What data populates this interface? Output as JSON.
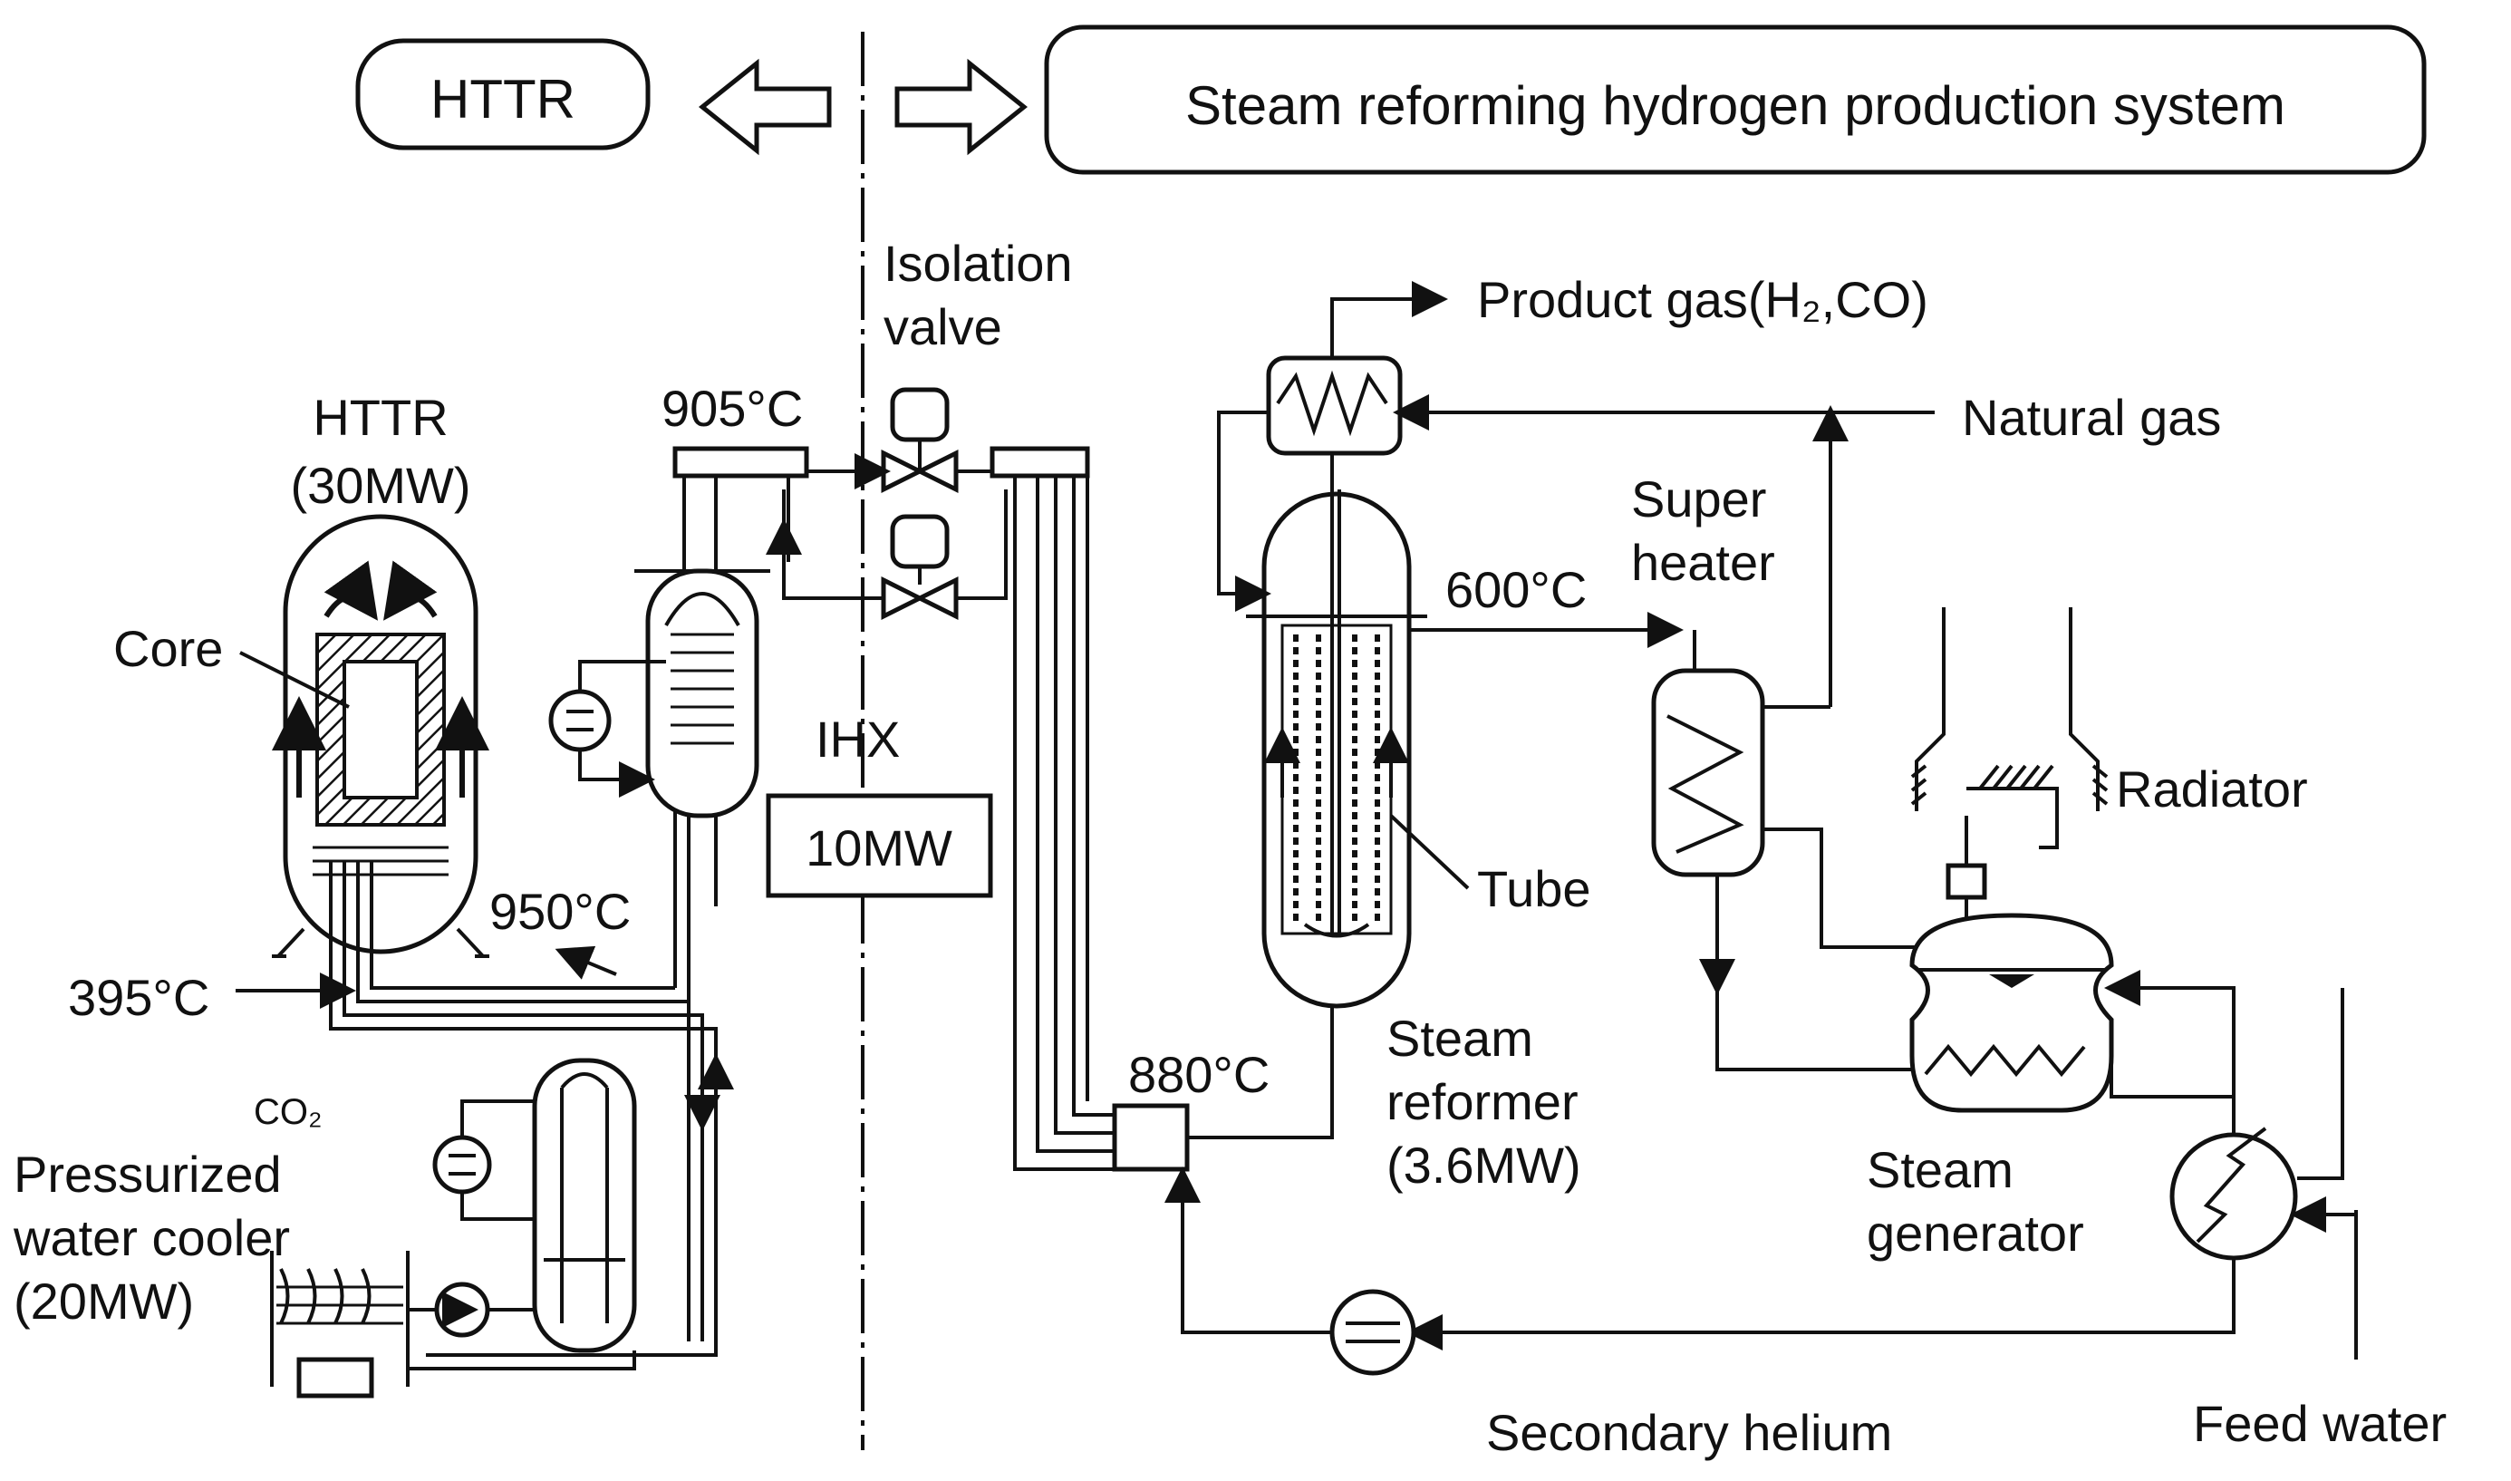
{
  "header": {
    "left_box": "HTTR",
    "right_box": "Steam reforming hydrogen production system"
  },
  "labels": {
    "isolation_valve_1": "Isolation",
    "isolation_valve_2": "valve",
    "httr_1": "HTTR",
    "httr_2": "(30MW)",
    "core": "Core",
    "t905": "905°C",
    "t950": "950°C",
    "t395": "395°C",
    "ihx": "IHX",
    "ihx_power": "10MW",
    "co2": "CO₂",
    "cooler_1": "Pressurized",
    "cooler_2": "water cooler",
    "cooler_3": "(20MW)",
    "product_gas": "Product gas(H₂,CO)",
    "natural_gas": "Natural gas",
    "superheater_1": "Super",
    "superheater_2": "heater",
    "t600": "600°C",
    "radiator": "Radiator",
    "tube": "Tube",
    "reformer_1": "Steam",
    "reformer_2": "reformer",
    "reformer_3": "(3.6MW)",
    "t880": "880°C",
    "sg_1": "Steam",
    "sg_2": "generator",
    "secondary_helium": "Secondary helium",
    "feed_water": "Feed water"
  }
}
